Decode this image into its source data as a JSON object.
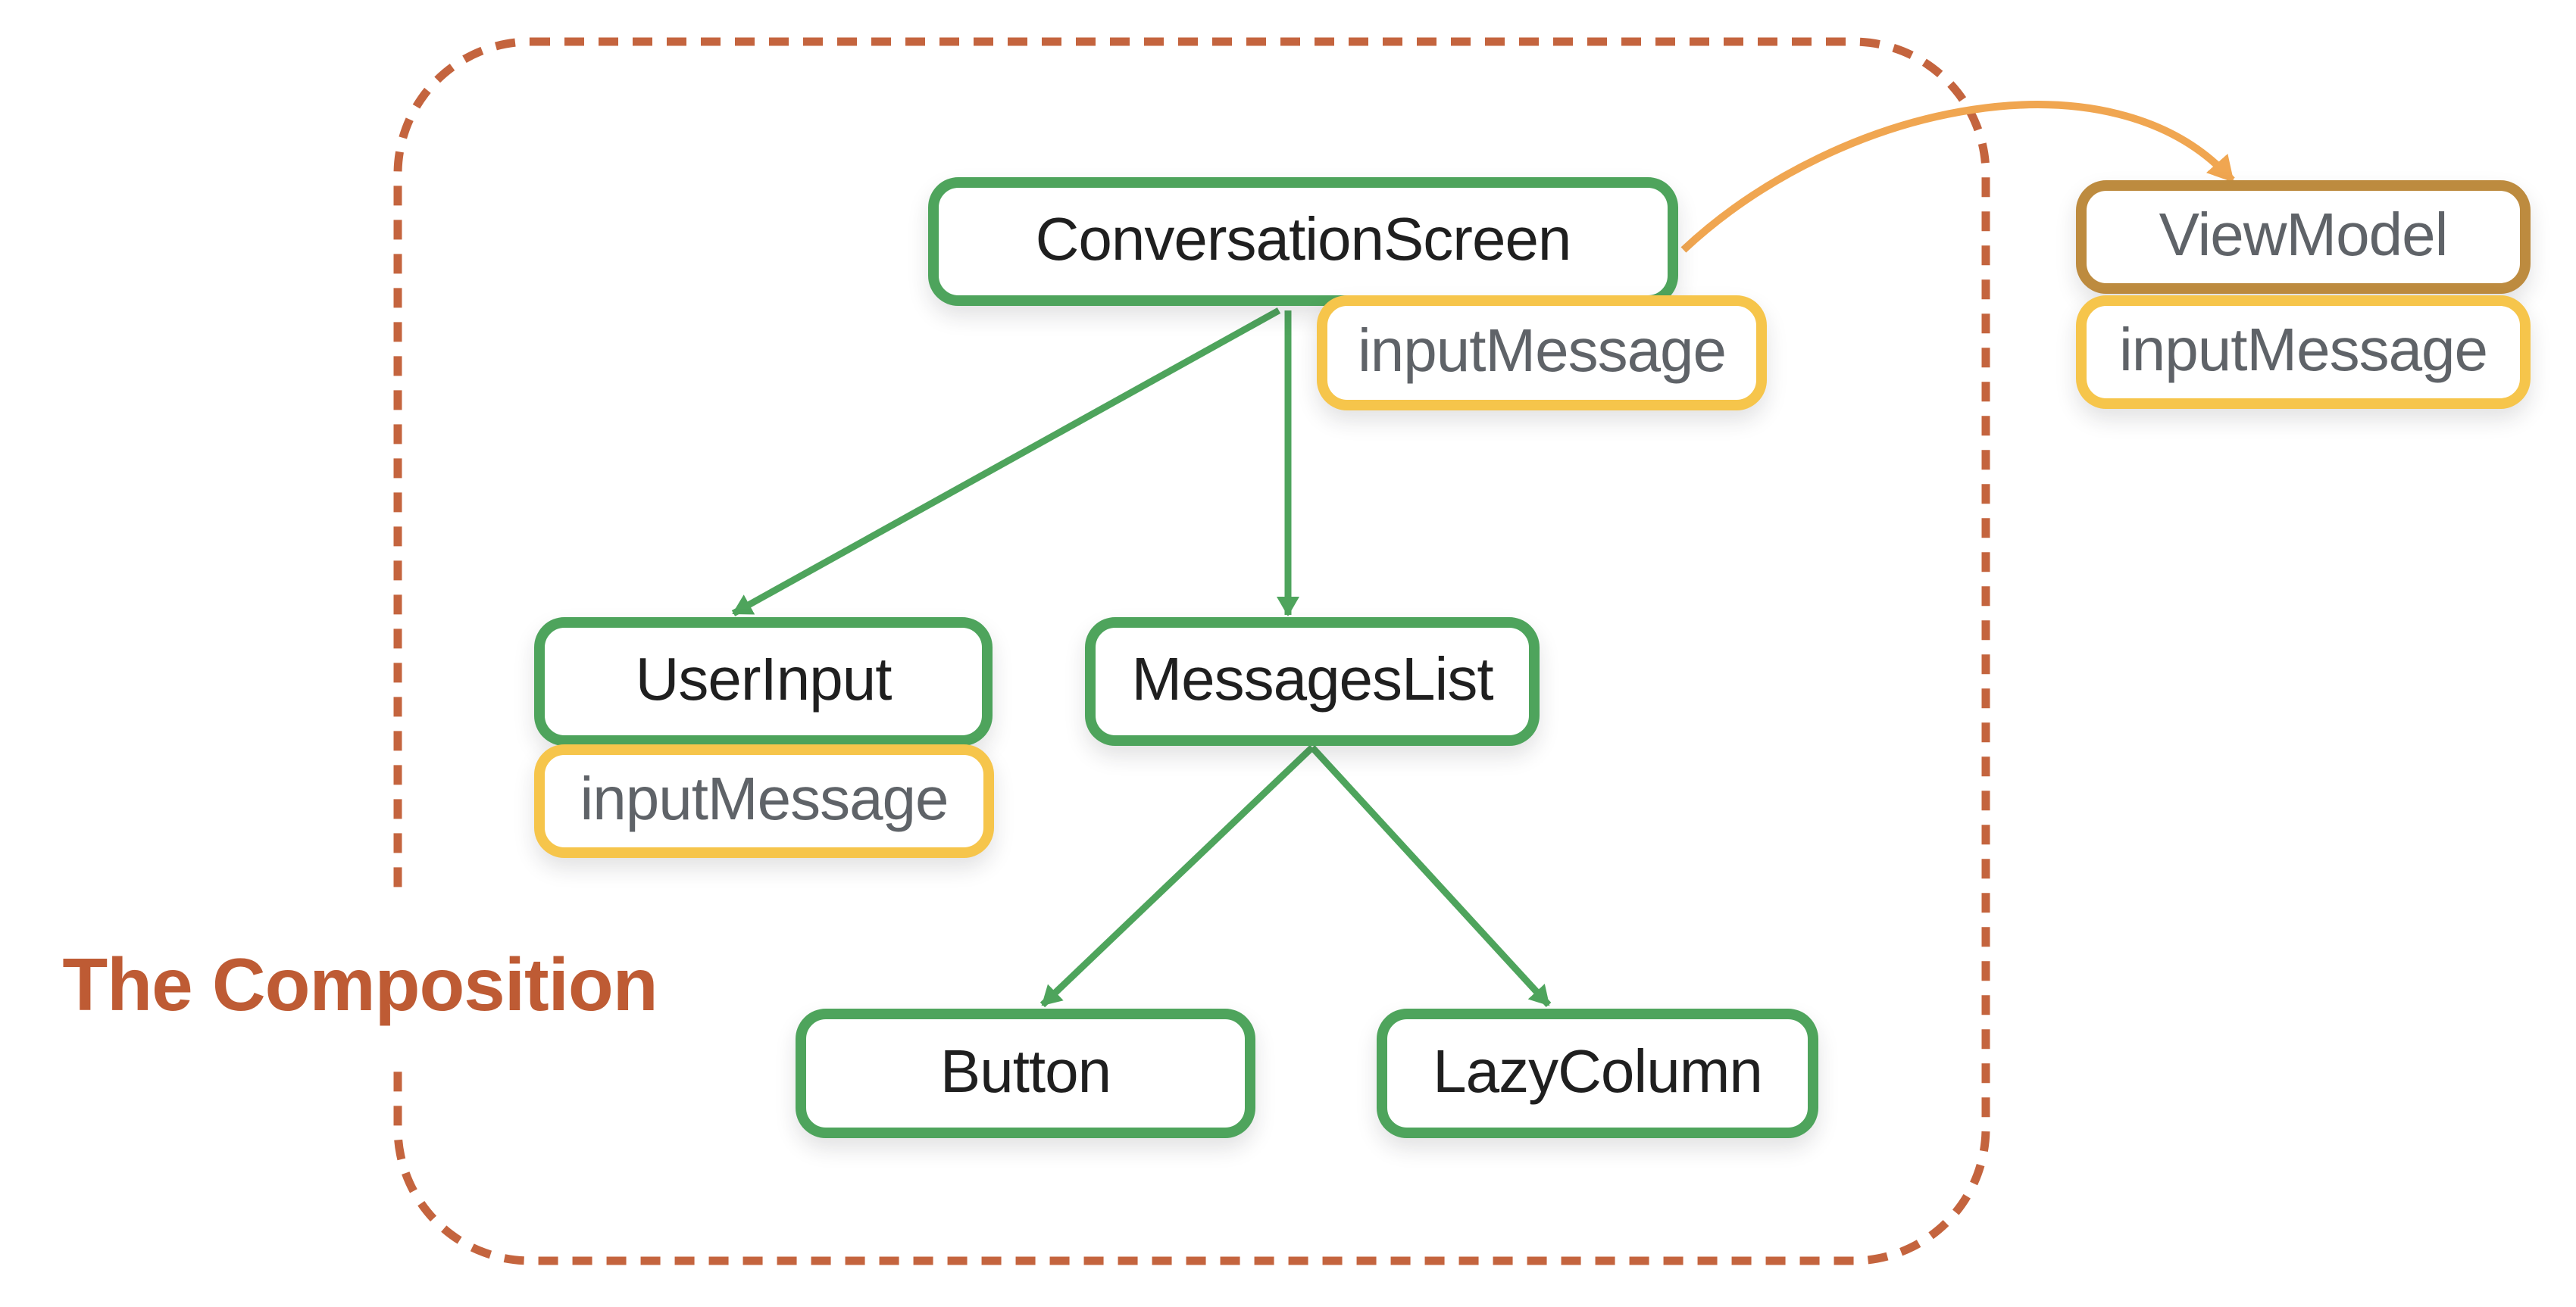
{
  "title": "The Composition",
  "nodes": {
    "conversation_screen": "ConversationScreen",
    "conversation_screen_state": "inputMessage",
    "user_input": "UserInput",
    "user_input_state": "inputMessage",
    "messages_list": "MessagesList",
    "button": "Button",
    "lazy_column": "LazyColumn",
    "view_model": "ViewModel",
    "view_model_state": "inputMessage"
  },
  "edges": [
    {
      "from": "ConversationScreen",
      "to": "UserInput",
      "style": "green-arrow"
    },
    {
      "from": "ConversationScreen",
      "to": "MessagesList",
      "style": "green-arrow"
    },
    {
      "from": "MessagesList",
      "to": "Button",
      "style": "green-arrow"
    },
    {
      "from": "MessagesList",
      "to": "LazyColumn",
      "style": "green-arrow"
    },
    {
      "from": "ConversationScreen",
      "to": "ViewModel",
      "style": "orange-curved-arrow"
    }
  ],
  "colors": {
    "green": "#4EA45C",
    "yellow": "#F6C54B",
    "brown": "#BD8B3F",
    "orange": "#F0A651",
    "terracotta": "#C4643E",
    "terracotta_text": "#BE5B34",
    "text_dark": "#1F1F1F",
    "text_gray": "#5F6368"
  }
}
